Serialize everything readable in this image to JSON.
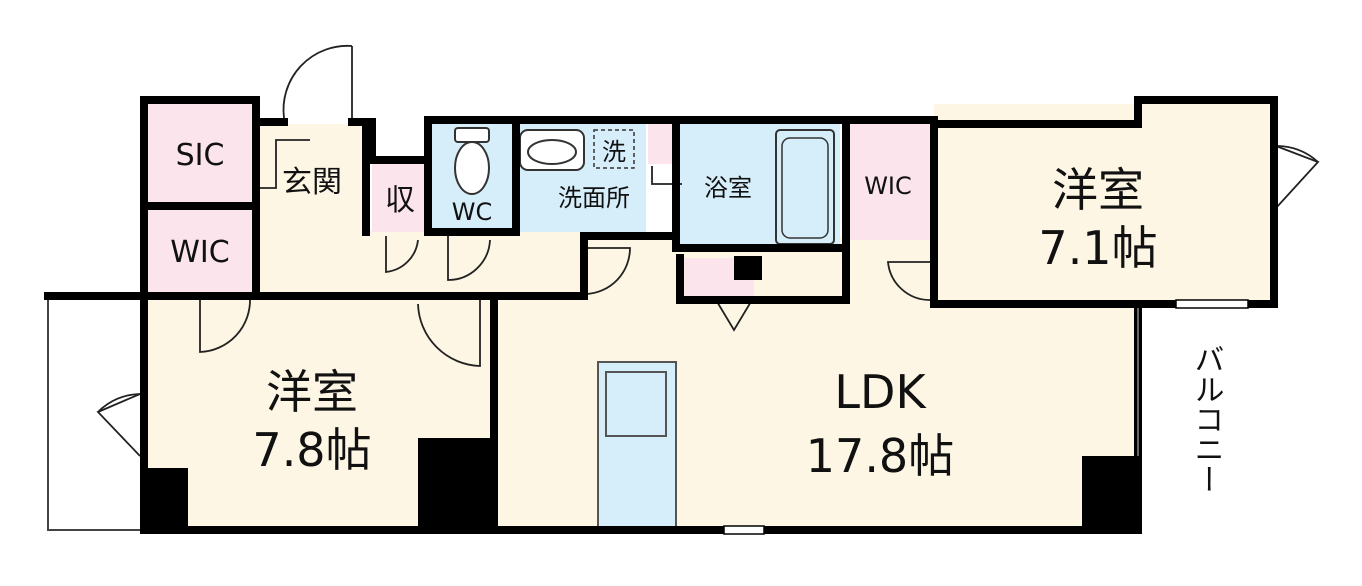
{
  "rooms": {
    "sic": "SIC",
    "genkan": "玄関",
    "shu": "収",
    "wc": "WC",
    "wash_mark": "洗",
    "senmenjo": "洗面所",
    "yokushitsu": "浴室",
    "wic_top_left": "WIC",
    "wic_top_right": "WIC",
    "room_right_name": "洋室",
    "room_right_size": "7.1帖",
    "room_left_name": "洋室",
    "room_left_size": "7.8帖",
    "ldk_name": "LDK",
    "ldk_size": "17.8帖",
    "balcony": "バルコニー"
  },
  "colors": {
    "wall": "#000000",
    "pink": "#fbe4ec",
    "blue": "#d6eefa",
    "beige": "#fdf6e4",
    "white": "#ffffff"
  }
}
